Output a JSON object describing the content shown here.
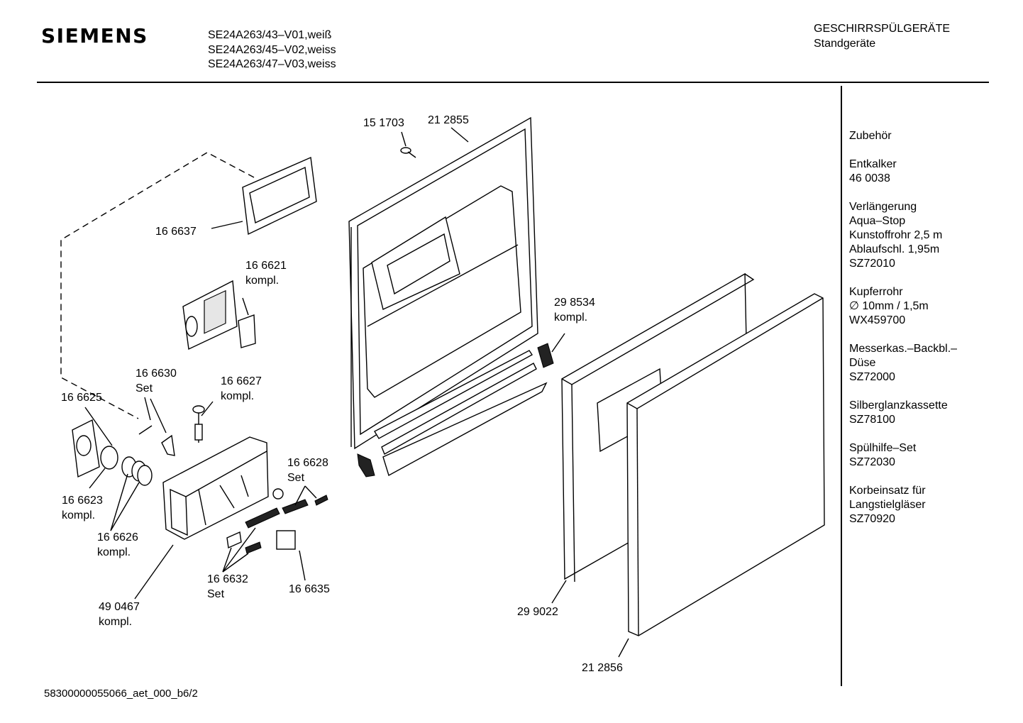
{
  "header": {
    "brand": "SIEMENS",
    "models": [
      "SE24A263/43–V01,weiß",
      "SE24A263/45–V02,weiss",
      "SE24A263/47–V03,weiss"
    ],
    "category": "GESCHIRRSPÜLGERÄTE",
    "subcategory": "Standgeräte"
  },
  "accessories": [
    [
      "Zubehör"
    ],
    [
      "Entkalker",
      "46 0038"
    ],
    [
      "Verlängerung",
      "Aqua–Stop",
      "Kunstoffrohr 2,5 m",
      "Ablaufschl. 1,95m",
      "SZ72010"
    ],
    [
      "Kupferrohr",
      "∅ 10mm / 1,5m",
      "WX459700"
    ],
    [
      "Messerkas.–Backbl.–",
      "Düse",
      "SZ72000"
    ],
    [
      "Silberglanzkassette",
      "SZ78100"
    ],
    [
      "Spülhilfe–Set",
      "SZ72030"
    ],
    [
      "Korbeinsatz für",
      "Langstielgläser",
      "SZ70920"
    ]
  ],
  "part_labels": {
    "p151703": "15 1703",
    "p212855": "21 2855",
    "p166637": "16 6637",
    "p166621": [
      "16 6621",
      "kompl."
    ],
    "p298534": [
      "29 8534",
      "kompl."
    ],
    "p166630": [
      "16 6630",
      "Set"
    ],
    "p166627": [
      "16 6627",
      "kompl."
    ],
    "p166625": "16 6625",
    "p166628": [
      "16 6628",
      "Set"
    ],
    "p166623": [
      "16 6623",
      "kompl."
    ],
    "p166626": [
      "16 6626",
      "kompl."
    ],
    "p166632": [
      "16 6632",
      "Set"
    ],
    "p166635": "16 6635",
    "p490467": [
      "49 0467",
      "kompl."
    ],
    "p299022": "29 9022",
    "p212856": "21 2856"
  },
  "footer": "58300000055066_aet_000_b6/2"
}
